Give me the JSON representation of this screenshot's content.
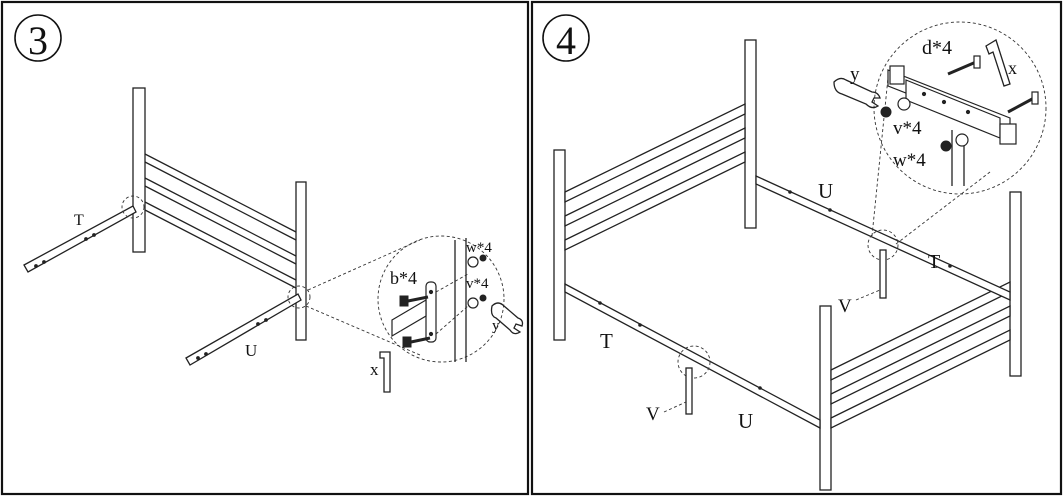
{
  "steps": [
    {
      "number": "3",
      "labels": {
        "rail_t": "T",
        "rail_u": "U",
        "bolt_b": "b*4",
        "washer_w": "w*4",
        "washer_v": "v*4",
        "wrench_y": "y",
        "allen_x": "x"
      }
    },
    {
      "number": "4",
      "labels": {
        "bolt_d": "d*4",
        "allen_x": "x",
        "wrench_y": "y",
        "washer_v": "v*4",
        "washer_w": "w*4",
        "rail_u_back": "U",
        "rail_t_right": "T",
        "leg_v_right": "V",
        "rail_t_left": "T",
        "leg_v_left": "V",
        "rail_u_front": "U"
      }
    }
  ]
}
